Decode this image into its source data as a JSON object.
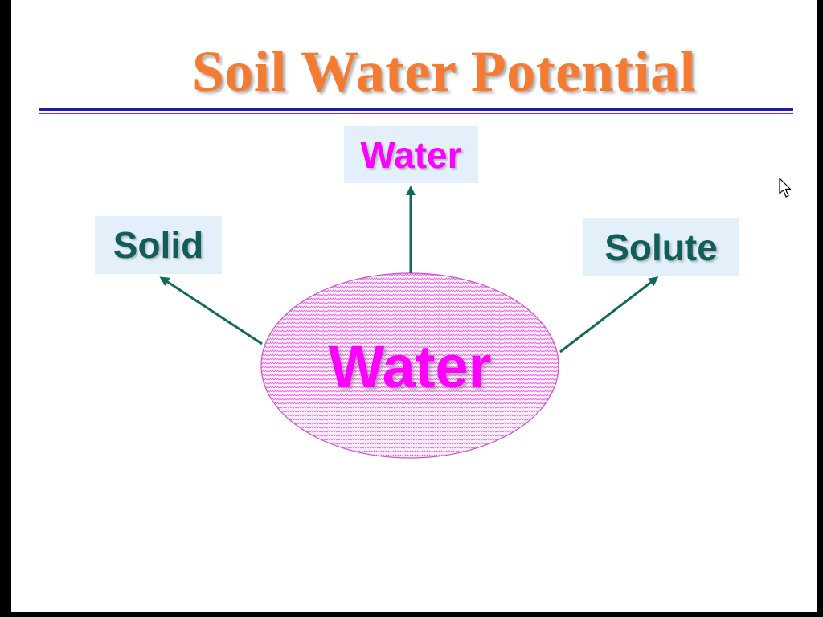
{
  "slide": {
    "title": "Soil Water Potential"
  },
  "diagram": {
    "center": {
      "label": "Water"
    },
    "nodes": [
      {
        "id": "top",
        "label": "Water"
      },
      {
        "id": "left",
        "label": "Solid"
      },
      {
        "id": "right",
        "label": "Solute"
      }
    ],
    "edges": [
      {
        "from": "center",
        "to": "top"
      },
      {
        "from": "center",
        "to": "left"
      },
      {
        "from": "center",
        "to": "right"
      }
    ]
  },
  "colors": {
    "title": "#f47b31",
    "rule_top": "#1a1fa8",
    "rule_bottom": "#c01f8c",
    "magenta_text": "#ff00ff",
    "teal_text": "#115e58",
    "node_fill": "#e3f0fa",
    "arrow": "#0e6b5a",
    "ellipse_fill": "#fff4ff",
    "ellipse_pattern": "#e35ee3",
    "ellipse_stroke": "#d24ed2"
  },
  "icons": {
    "pointer": "mouse-pointer-icon"
  }
}
